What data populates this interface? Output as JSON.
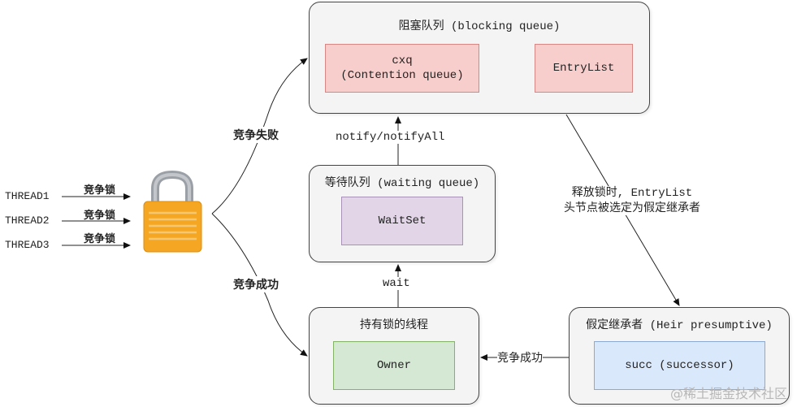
{
  "groups": {
    "blocking": {
      "title": "阻塞队列 (blocking queue)"
    },
    "waiting": {
      "title": "等待队列 (waiting queue)"
    },
    "owner": {
      "title": "持有锁的线程"
    },
    "heir": {
      "title": "假定继承者 (Heir presumptive)"
    }
  },
  "nodes": {
    "cxq_line1": "cxq",
    "cxq_line2": "(Contention queue)",
    "entrylist": "EntryList",
    "waitset": "WaitSet",
    "owner": "Owner",
    "succ": "succ (successor)"
  },
  "threads": [
    "THREAD1",
    "THREAD2",
    "THREAD3"
  ],
  "edge_labels": {
    "compete_lock": "竞争锁",
    "compete_fail": "竞争失败",
    "compete_success": "竞争成功",
    "notify": "notify/notifyAll",
    "wait": "wait",
    "release_line1": "释放锁时, EntryList",
    "release_line2": "头节点被选定为假定继承者",
    "heir_success": "竞争成功"
  },
  "icons": {
    "lock": "padlock-icon"
  },
  "watermark": "@稀土掘金技术社区",
  "colors": {
    "red_fill": "#f8cecc",
    "purple_fill": "#e1d5e7",
    "green_fill": "#d5e8d4",
    "blue_fill": "#dae8fc",
    "lock_body": "#f5a623",
    "lock_shackle": "#9aa0a6"
  }
}
